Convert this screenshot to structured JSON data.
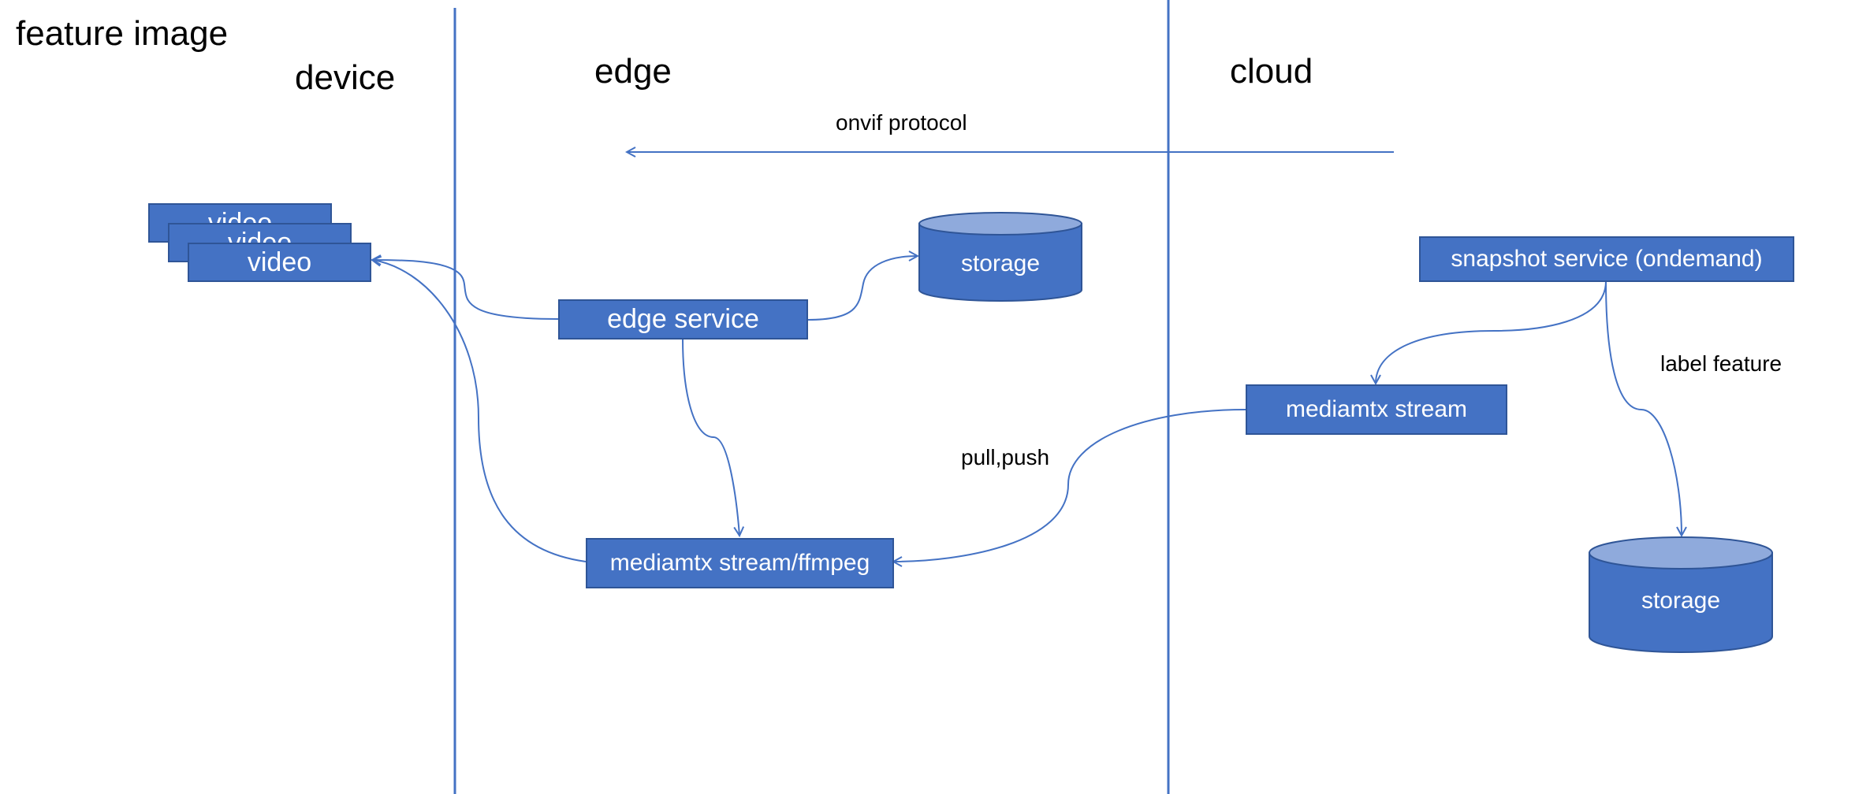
{
  "title": "feature image",
  "zones": {
    "device": "device",
    "edge": "edge",
    "cloud": "cloud"
  },
  "nodes": {
    "video_back": "video",
    "video_mid": "video",
    "video_front": "video",
    "edge_service": "edge service",
    "edge_storage": "storage",
    "edge_stream": "mediamtx stream/ffmpeg",
    "snapshot_service": "snapshot service (ondemand)",
    "cloud_stream": "mediamtx stream",
    "cloud_storage": "storage"
  },
  "edges_text": {
    "onvif": "onvif  protocol",
    "pull_push": "pull,push",
    "label_feature": "label feature"
  },
  "colors": {
    "box_fill": "#4472c4",
    "box_border": "#2f5597",
    "line": "#4472c4",
    "cyl_top": "#8faadc"
  }
}
